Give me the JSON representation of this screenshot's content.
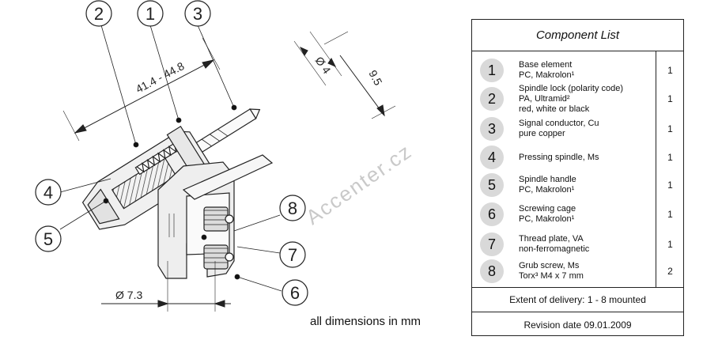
{
  "title": "Component List",
  "components": [
    {
      "num": "1",
      "lines": [
        "Base element",
        "PC, Makrolon¹"
      ],
      "qty": "1"
    },
    {
      "num": "2",
      "lines": [
        "Spindle lock (polarity code)",
        "PA, Ultramid²",
        "red, white or black"
      ],
      "qty": "1"
    },
    {
      "num": "3",
      "lines": [
        "Signal conductor, Cu",
        "pure copper"
      ],
      "qty": "1"
    },
    {
      "num": "4",
      "lines": [
        "Pressing spindle, Ms"
      ],
      "qty": "1"
    },
    {
      "num": "5",
      "lines": [
        "Spindle handle",
        "PC, Makrolon¹"
      ],
      "qty": "1"
    },
    {
      "num": "6",
      "lines": [
        "Screwing cage",
        "PC, Makrolon¹"
      ],
      "qty": "1"
    },
    {
      "num": "7",
      "lines": [
        "Thread plate, VA",
        "non-ferromagnetic"
      ],
      "qty": "1"
    },
    {
      "num": "8",
      "lines": [
        "Grub screw, Ms",
        "Torx³ M4 x 7 mm"
      ],
      "qty": "2"
    }
  ],
  "extent": "Extent of delivery: 1 - 8  mounted",
  "revision": "Revision date 09.01.2009",
  "dimensions_note": "all dimensions in mm",
  "dimensions": {
    "length": "41.4 - 44.8",
    "diameter_pin": "Ø 4",
    "width": "9.5",
    "diameter_base": "Ø 7.3"
  },
  "callouts": {
    "c1": "1",
    "c2": "2",
    "c3": "3",
    "c4": "4",
    "c5": "5",
    "c6": "6",
    "c7": "7",
    "c8": "8"
  },
  "watermark": "Accenter.cz"
}
